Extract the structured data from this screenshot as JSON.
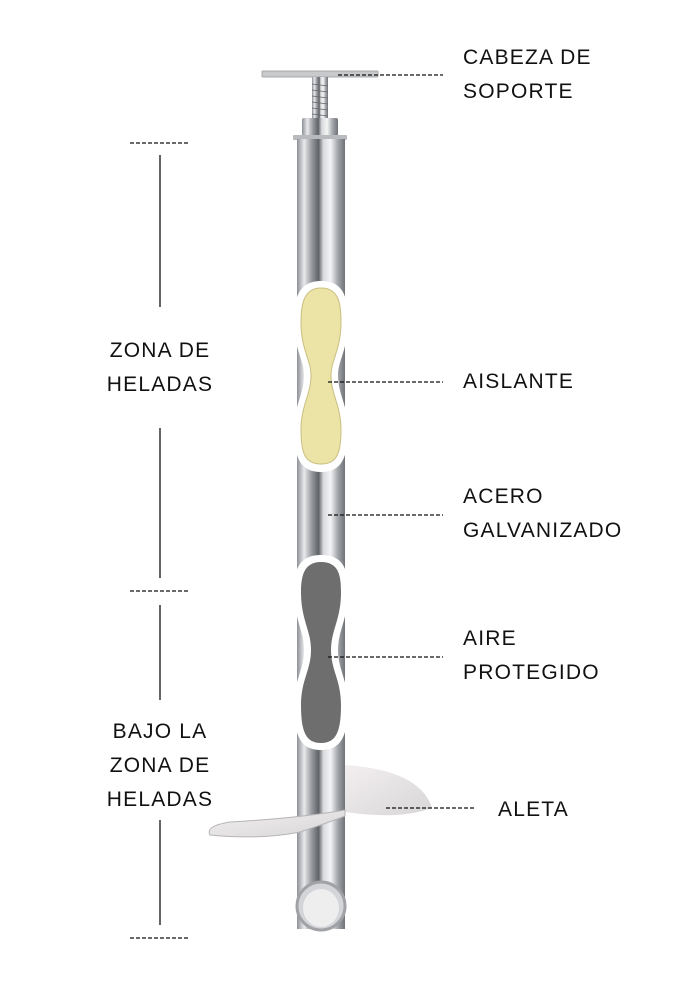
{
  "zones": {
    "frost_zone": [
      "ZONA DE",
      "HELADAS"
    ],
    "below_frost_zone": [
      "BAJO LA",
      "ZONA DE",
      "HELADAS"
    ]
  },
  "callouts": {
    "support_head": [
      "CABEZA DE",
      "SOPORTE"
    ],
    "insulation": [
      "AISLANTE"
    ],
    "galvanized_steel": [
      "ACERO",
      "GALVANIZADO"
    ],
    "protected_air": [
      "AIRE",
      "PROTEGIDO"
    ],
    "fin": [
      "ALETA"
    ]
  },
  "colors": {
    "insulation": "#ece3a6",
    "air": "#6e6e6e",
    "steel": "#c9cbcf",
    "text": "#111111"
  }
}
